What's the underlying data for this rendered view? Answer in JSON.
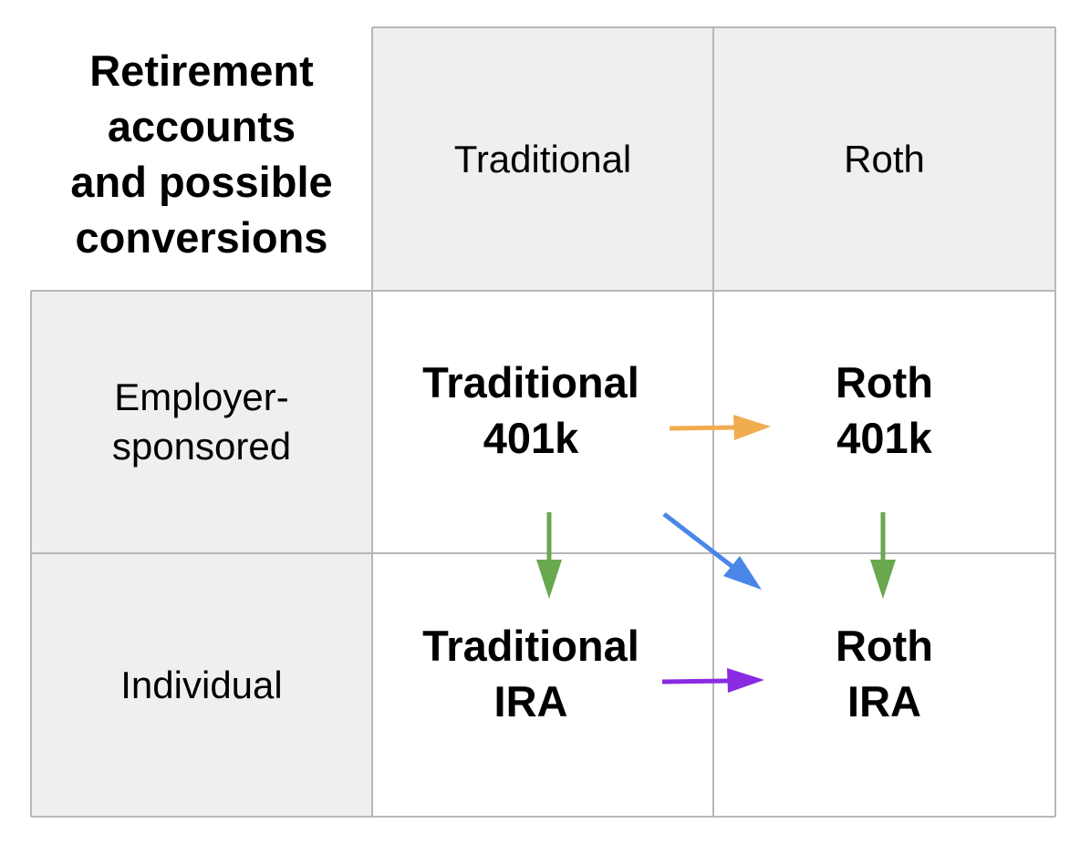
{
  "title": "Retirement\naccounts\nand possible\nconversions",
  "columns": {
    "traditional": "Traditional",
    "roth": "Roth"
  },
  "rows": {
    "employer": "Employer-\nsponsored",
    "individual": "Individual"
  },
  "accounts": {
    "traditional_401k": "Traditional\n401k",
    "roth_401k": "Roth\n401k",
    "traditional_ira": "Traditional\nIRA",
    "roth_ira": "Roth\nIRA"
  },
  "colors": {
    "grid_line": "#b7b7b7",
    "header_fill": "#efefef",
    "arrow_401k_to_roth_401k": "#f0ad4e",
    "arrow_trad_401k_to_trad_ira": "#6aa84f",
    "arrow_roth_401k_to_roth_ira": "#6aa84f",
    "arrow_trad_401k_to_roth_ira": "#4a86e8",
    "arrow_trad_ira_to_roth_ira": "#8a2be2"
  },
  "conversions": [
    {
      "from": "Traditional 401k",
      "to": "Roth 401k"
    },
    {
      "from": "Traditional 401k",
      "to": "Traditional IRA"
    },
    {
      "from": "Roth 401k",
      "to": "Roth IRA"
    },
    {
      "from": "Traditional 401k",
      "to": "Roth IRA"
    },
    {
      "from": "Traditional IRA",
      "to": "Roth IRA"
    }
  ]
}
